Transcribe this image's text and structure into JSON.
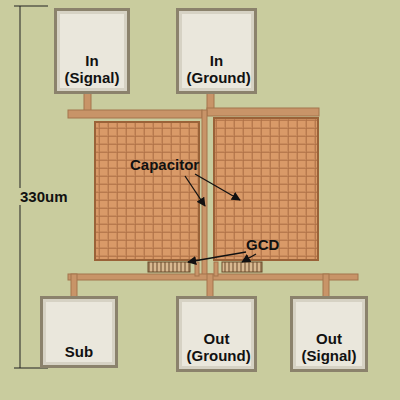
{
  "diagram": {
    "nodes": [
      {
        "text": [
          "In (Signal)"
        ]
      },
      {
        "text": [
          "In (Ground)"
        ]
      },
      {
        "text": [
          "Sub"
        ]
      },
      {
        "text": [
          "Out (Ground)"
        ]
      },
      {
        "text": [
          "Out (Signal)"
        ]
      }
    ],
    "labels": [
      "330um",
      "Capacitor",
      "GCD"
    ]
  }
}
